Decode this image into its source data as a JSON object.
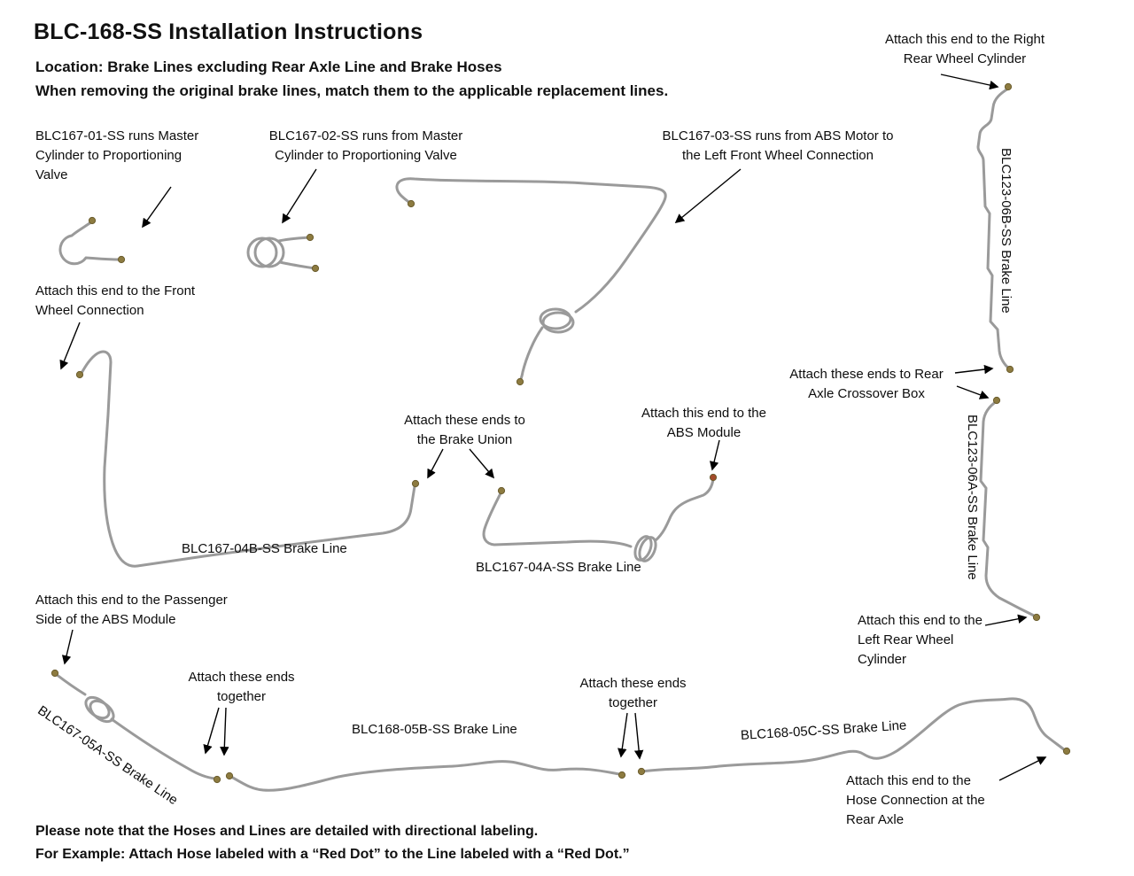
{
  "header": {
    "title": "BLC-168-SS Installation Instructions",
    "subtitle1": "Location: Brake Lines excluding Rear Axle Line and Brake Hoses",
    "subtitle2": "When removing the original brake lines, match them to the applicable replacement lines."
  },
  "labels": {
    "blc167_01": "BLC167-01-SS runs Master Cylinder to Proportioning Valve",
    "blc167_02": "BLC167-02-SS runs from Master Cylinder to Proportioning Valve",
    "blc167_03": "BLC167-03-SS runs from ABS Motor to the Left Front Wheel Connection",
    "right_rear_wheel": "Attach this end to the Right Rear Wheel Cylinder",
    "blc123_06b": "BLC123-06B-SS Brake Line",
    "front_wheel": "Attach this end to the Front Wheel Connection",
    "rear_axle_crossover": "Attach these ends to Rear Axle Crossover Box",
    "brake_union": "Attach these ends to the Brake Union",
    "abs_module": "Attach this end to the ABS Module",
    "blc123_06a": "BLC123-06A-SS Brake Line",
    "blc167_04b": "BLC167-04B-SS Brake Line",
    "blc167_04a": "BLC167-04A-SS Brake Line",
    "passenger_abs": "Attach this end to the Passenger Side of the ABS Module",
    "left_rear_wheel": "Attach this end to the Left Rear Wheel Cylinder",
    "attach_together_1": "Attach these ends together",
    "blc167_05a": "BLC167-05A-SS Brake Line",
    "blc168_05b": "BLC168-05B-SS Brake Line",
    "attach_together_2": "Attach these ends together",
    "blc168_05c": "BLC168-05C-SS Brake Line",
    "hose_connection": "Attach this end to the Hose Connection at the Rear Axle"
  },
  "footer": {
    "note1": "Please note that the Hoses and Lines are detailed with directional labeling.",
    "note2": "For Example: Attach Hose labeled with a “Red Dot” to the Line labeled with a “Red Dot.”"
  },
  "colors": {
    "brake_line": "#9a9a9a",
    "fitting_brass": "#8d7b40",
    "fitting_red": "#a34a2a",
    "arrow": "#000000",
    "text": "#0d0d0d",
    "background": "#ffffff"
  }
}
